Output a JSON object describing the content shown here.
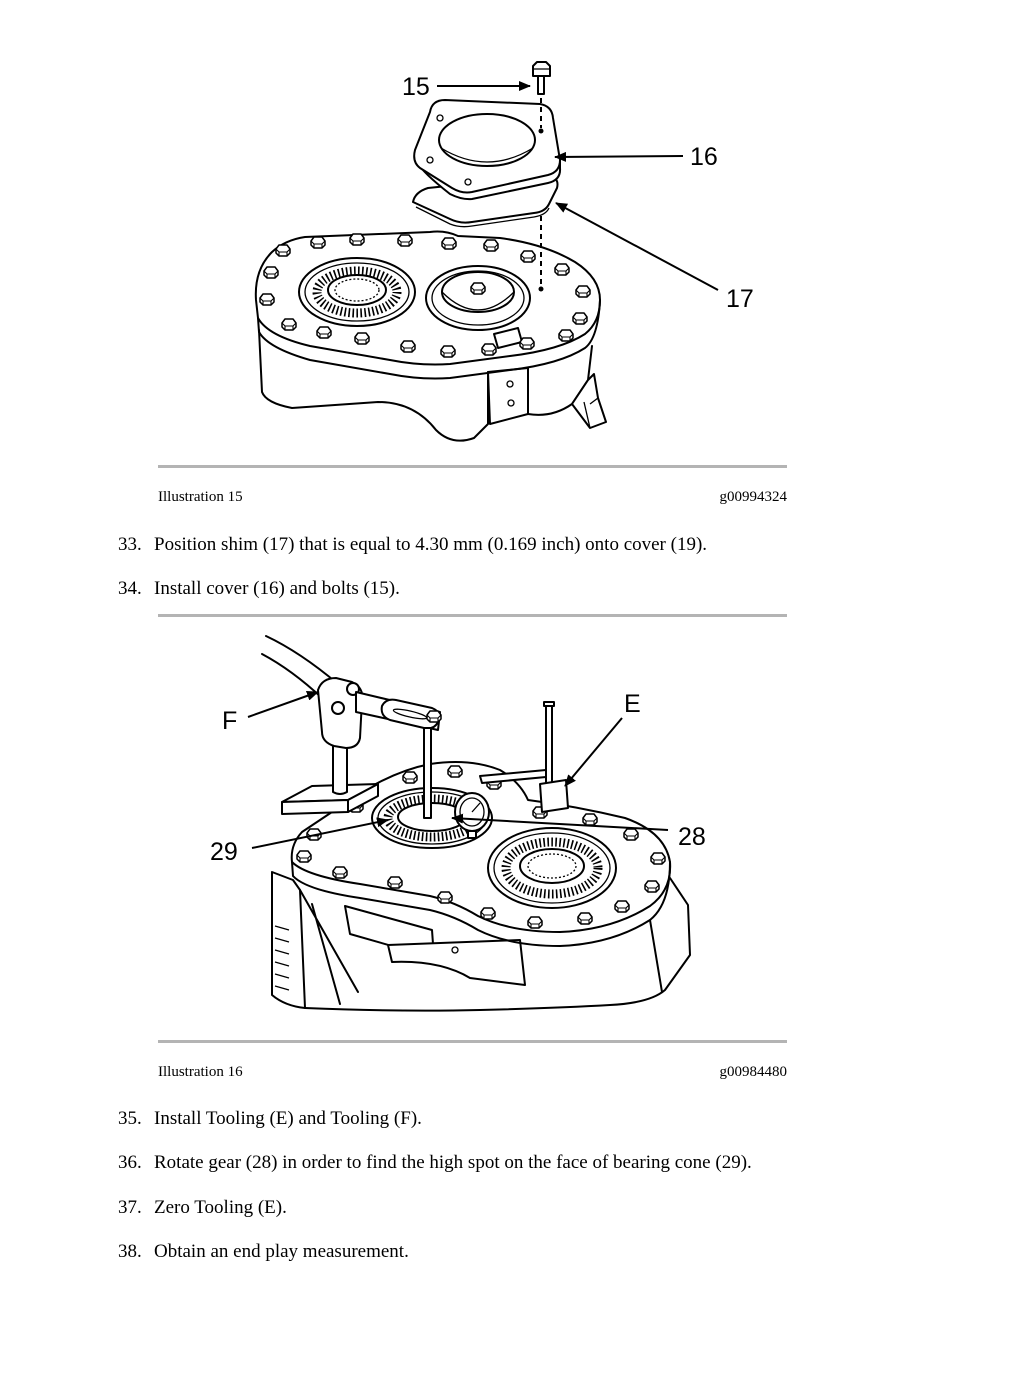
{
  "colors": {
    "text": "#000000",
    "rule": "#b4b4b4",
    "drawing_line": "#000000"
  },
  "illustration_15": {
    "caption": "Illustration 15",
    "code": "g00994324",
    "callouts": [
      "15",
      "16",
      "17"
    ]
  },
  "illustration_16": {
    "caption": "Illustration 16",
    "code": "g00984480",
    "callouts": [
      "F",
      "E",
      "29",
      "28"
    ]
  },
  "steps": [
    {
      "number": "33.",
      "text": "Position shim (17) that is equal to 4.30 mm (0.169 inch) onto cover (19)."
    },
    {
      "number": "34.",
      "text": "Install cover (16) and bolts (15)."
    },
    {
      "number": "35.",
      "text": "Install Tooling (E) and Tooling (F)."
    },
    {
      "number": "36.",
      "text": "Rotate gear (28) in order to find the high spot on the face of bearing cone (29)."
    },
    {
      "number": "37.",
      "text": "Zero Tooling (E)."
    },
    {
      "number": "38.",
      "text": "Obtain an end play measurement."
    }
  ]
}
